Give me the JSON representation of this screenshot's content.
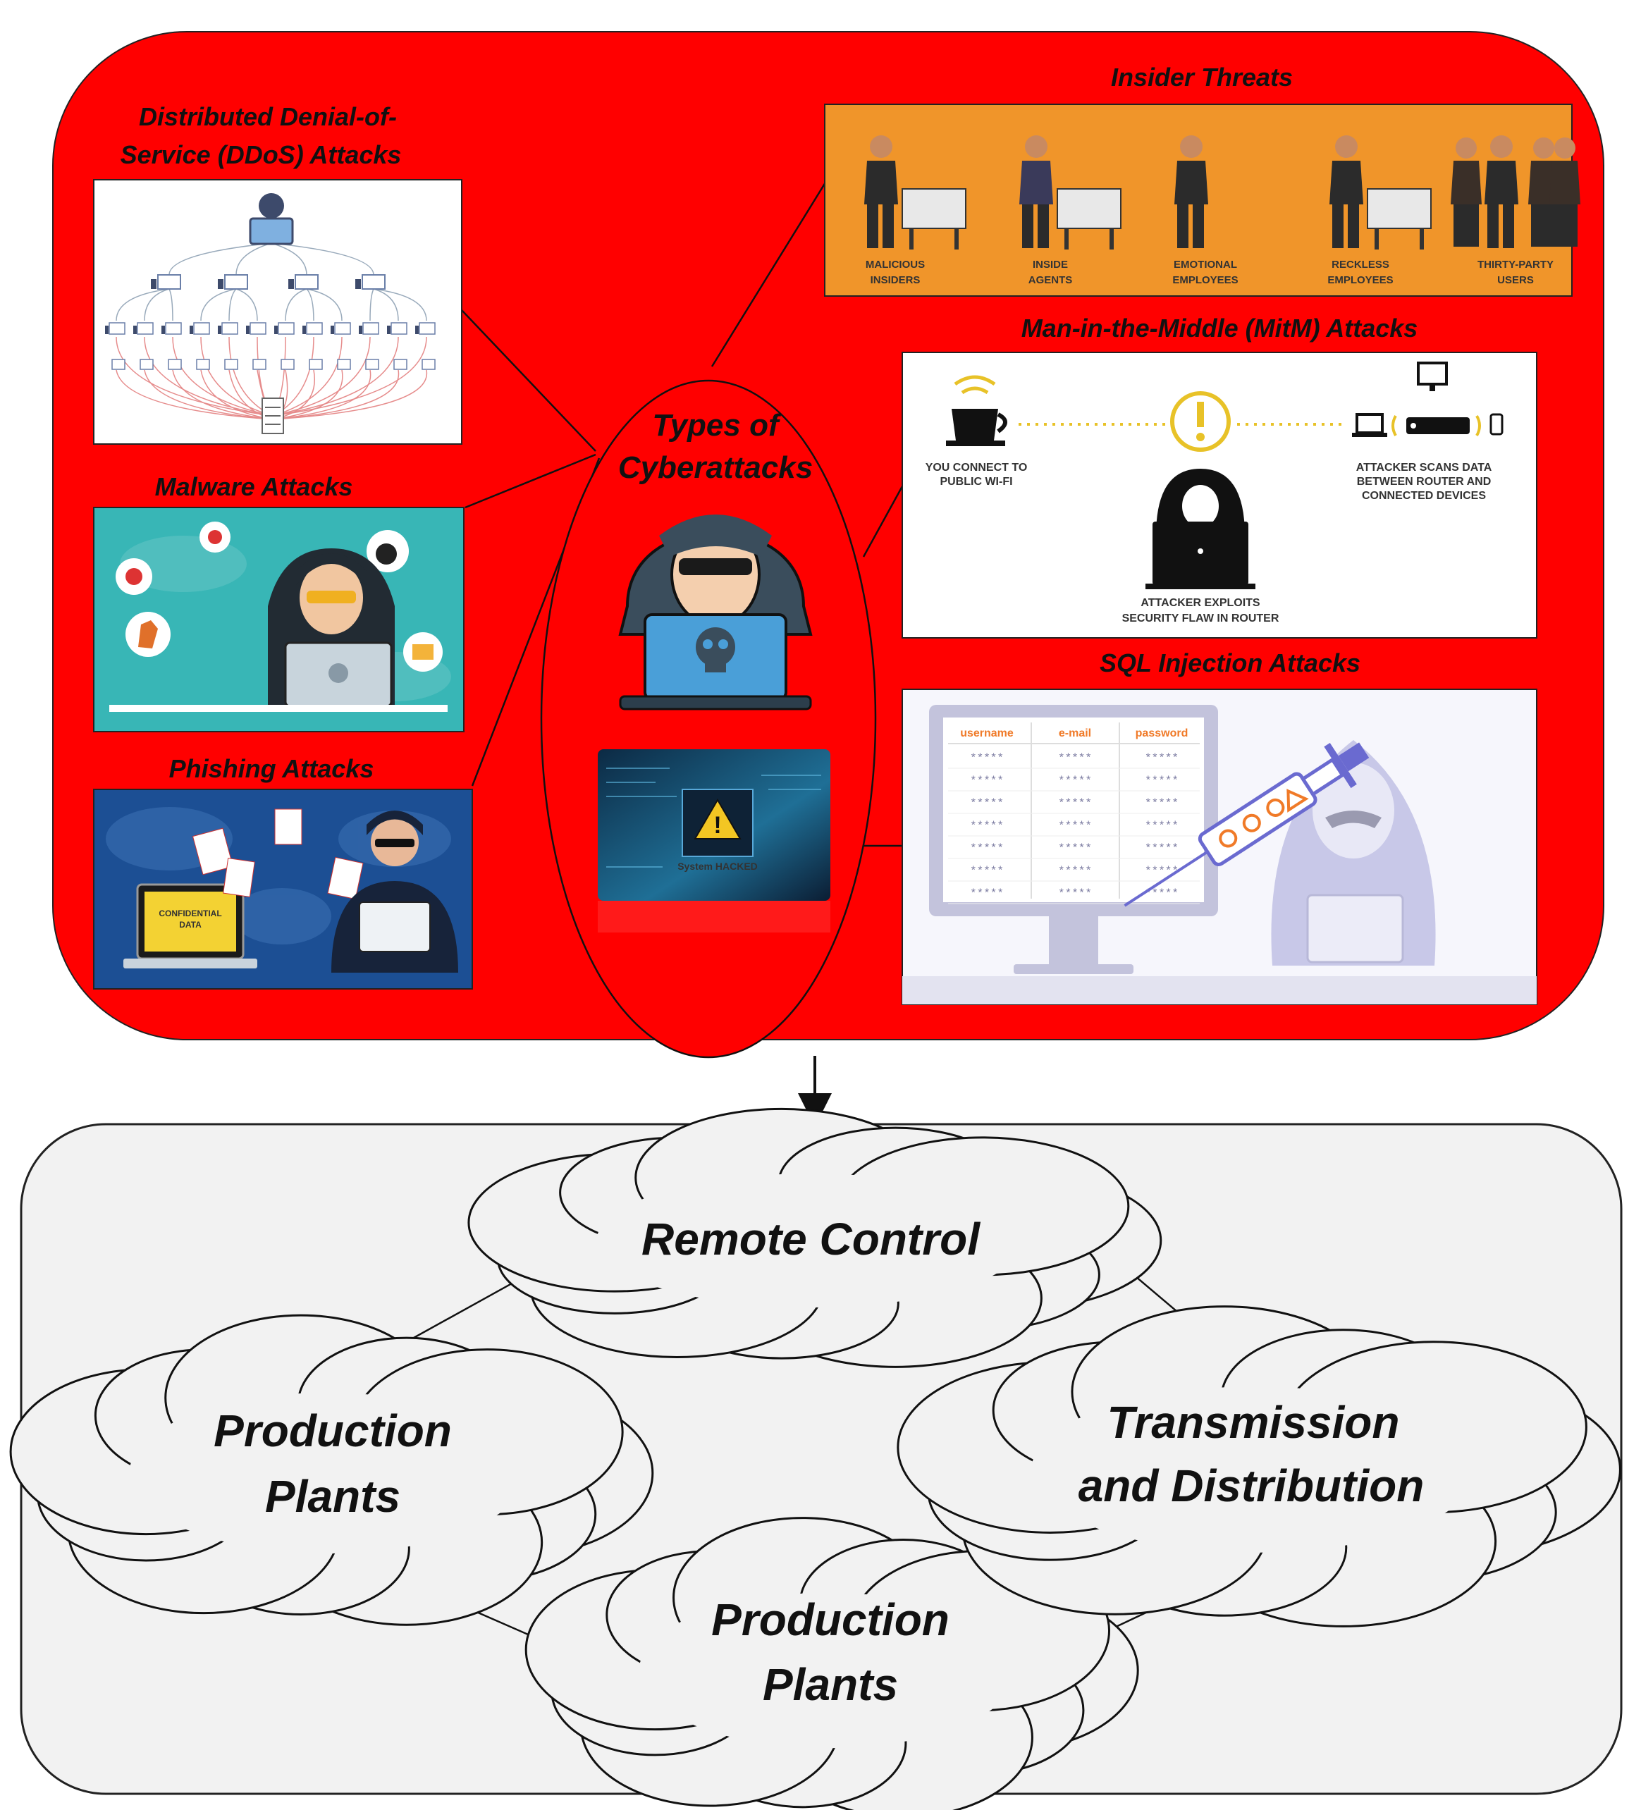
{
  "cyber": {
    "center_title_line1": "Types of",
    "center_title_line2": "Cyberattacks",
    "hacked_text": "System HACKED",
    "ddos": {
      "title_line1": "Distributed Denial-of-",
      "title_line2": "Service (DDoS) Attacks"
    },
    "malware": {
      "title": "Malware Attacks"
    },
    "phishing": {
      "title": "Phishing Attacks",
      "doc_label_1": "CONFIDENTIAL",
      "doc_label_2": "DATA"
    },
    "insider": {
      "title": "Insider Threats",
      "categories": [
        {
          "line1": "MALICIOUS",
          "line2": "INSIDERS"
        },
        {
          "line1": "INSIDE",
          "line2": "AGENTS"
        },
        {
          "line1": "EMOTIONAL",
          "line2": "EMPLOYEES"
        },
        {
          "line1": "RECKLESS",
          "line2": "EMPLOYEES"
        },
        {
          "line1": "THIRTY-PARTY",
          "line2": "USERS"
        }
      ]
    },
    "mitm": {
      "title": "Man-in-the-Middle (MitM) Attacks",
      "left_caption_1": "YOU CONNECT TO",
      "left_caption_2": "PUBLIC WI-FI",
      "right_caption_1": "ATTACKER SCANS DATA",
      "right_caption_2": "BETWEEN ROUTER AND",
      "right_caption_3": "CONNECTED DEVICES",
      "bottom_caption_1": "ATTACKER EXPLOITS",
      "bottom_caption_2": "SECURITY FLAW IN ROUTER"
    },
    "sql": {
      "title": "SQL Injection Attacks",
      "columns": [
        "username",
        "e-mail",
        "password"
      ],
      "masked": "*****"
    }
  },
  "grid": {
    "remote_control": "Remote Control",
    "production_left_1": "Production",
    "production_left_2": "Plants",
    "production_bottom_1": "Production",
    "production_bottom_2": "Plants",
    "td_1": "Transmission",
    "td_2": "and Distribution"
  },
  "colors": {
    "top_panel": "#ff0000",
    "bottom_panel": "#f2f2f2",
    "insider_bg": "#f0952a",
    "malware_bg": "#38b6b6",
    "phishing_bg": "#1c4f94",
    "mitm_accent": "#e8c228",
    "sql_accent": "#f07a28"
  }
}
